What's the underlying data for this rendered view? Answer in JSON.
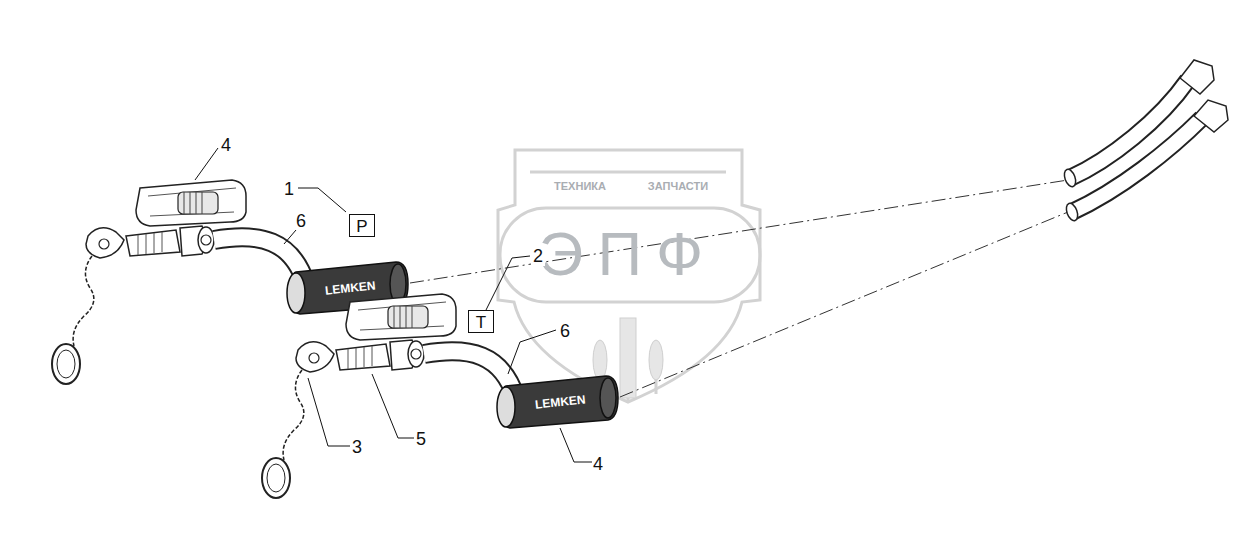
{
  "diagram": {
    "nodes": [
      {
        "text": [
          "P"
        ]
      },
      {
        "text": [
          "T"
        ]
      }
    ],
    "labels": [
      "4",
      "1",
      "6",
      "ТЕХНИКА",
      "ЗАПЧАСТИ",
      "ЭПФ",
      "2",
      "6",
      "LEMKEN",
      "LEMKEN",
      "3",
      "5",
      "4"
    ]
  }
}
